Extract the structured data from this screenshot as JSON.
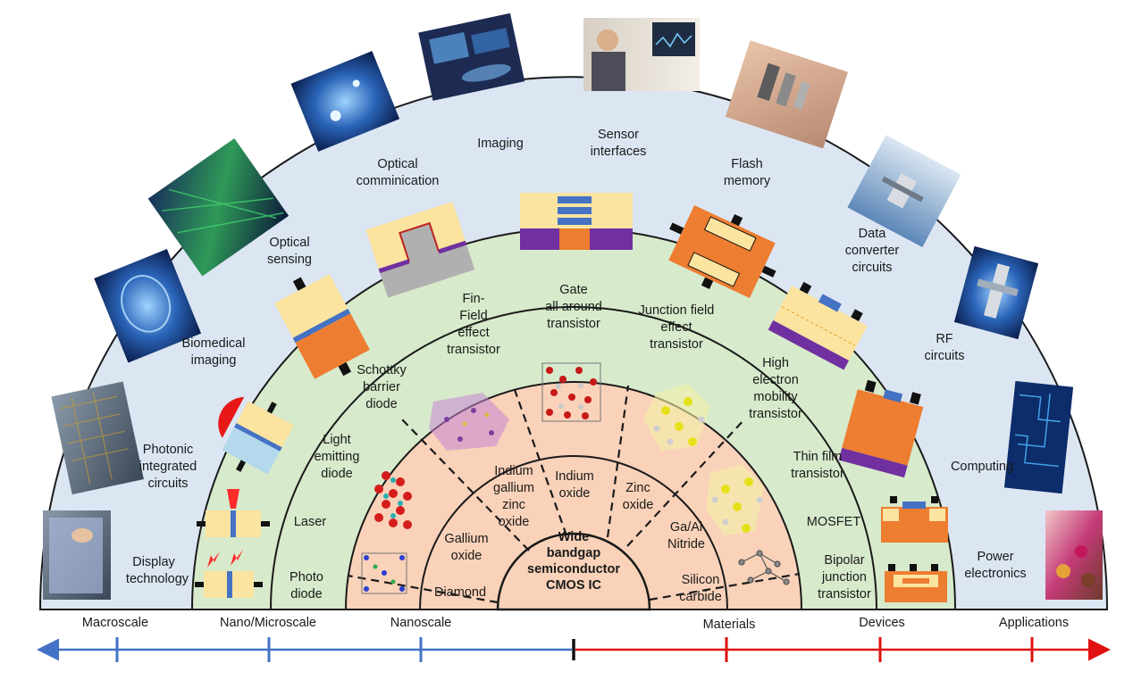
{
  "colors": {
    "applications_ring": "#dce6f3",
    "devices_ring": "#d7eacb",
    "materials_ring": "#f9d2b9",
    "center": "#f9d2b9",
    "left_axis": "#4472c4",
    "right_axis": "#e01010",
    "device_yellow": "#fbe3a0",
    "device_orange": "#ed7d31",
    "device_blue": "#4472c4",
    "device_purple": "#7030a0",
    "device_gray": "#b0b0b0"
  },
  "center": {
    "line1": "Wide",
    "line2": "bandgap",
    "line3": "semiconductor",
    "line4": "CMOS IC"
  },
  "inner_materials": [
    {
      "id": "diamond",
      "lines": [
        "Diamond"
      ]
    },
    {
      "id": "gallium-oxide",
      "lines": [
        "Gallium",
        "oxide"
      ]
    },
    {
      "id": "igzo",
      "lines": [
        "Indium",
        "gallium",
        "zinc",
        "oxide"
      ]
    },
    {
      "id": "indium-oxide",
      "lines": [
        "Indium",
        "oxide"
      ]
    },
    {
      "id": "zinc-oxide",
      "lines": [
        "Zinc",
        "oxide"
      ]
    },
    {
      "id": "ga-al-nitride",
      "lines": [
        "Ga/Al",
        "Nitride"
      ]
    },
    {
      "id": "silicon-carbide",
      "lines": [
        "Silicon",
        "carbide"
      ]
    }
  ],
  "devices": [
    {
      "id": "photo-diode",
      "lines": [
        "Photo",
        "diode"
      ]
    },
    {
      "id": "laser",
      "lines": [
        "Laser"
      ]
    },
    {
      "id": "led",
      "lines": [
        "Light",
        "emitting",
        "diode"
      ]
    },
    {
      "id": "schottky",
      "lines": [
        "Schottky",
        "barrier",
        "diode"
      ]
    },
    {
      "id": "finfet",
      "lines": [
        "Fin-",
        "Field",
        "effect",
        "transistor"
      ]
    },
    {
      "id": "gaa",
      "lines": [
        "Gate",
        "all around",
        "transistor"
      ]
    },
    {
      "id": "jfet",
      "lines": [
        "Junction field",
        "effect",
        "transistor"
      ]
    },
    {
      "id": "hemt",
      "lines": [
        "High",
        "electron",
        "mobility",
        "transistor"
      ]
    },
    {
      "id": "tft",
      "lines": [
        "Thin film",
        "transistor"
      ]
    },
    {
      "id": "mosfet",
      "lines": [
        "MOSFET"
      ]
    },
    {
      "id": "bjt",
      "lines": [
        "Bipolar",
        "junction",
        "transistor"
      ]
    }
  ],
  "applications": [
    {
      "id": "display",
      "lines": [
        "Display",
        "technology"
      ]
    },
    {
      "id": "photonic",
      "lines": [
        "Photonic",
        "integrated",
        "circuits"
      ]
    },
    {
      "id": "biomedical",
      "lines": [
        "Biomedical",
        "imaging"
      ]
    },
    {
      "id": "optical-sensing",
      "lines": [
        "Optical",
        "sensing"
      ]
    },
    {
      "id": "optical-comm",
      "lines": [
        "Optical",
        "comminication"
      ]
    },
    {
      "id": "imaging",
      "lines": [
        "Imaging"
      ]
    },
    {
      "id": "sensor-interfaces",
      "lines": [
        "Sensor",
        "interfaces"
      ]
    },
    {
      "id": "flash",
      "lines": [
        "Flash",
        "memory"
      ]
    },
    {
      "id": "data-converter",
      "lines": [
        "Data",
        "converter",
        "circuits"
      ]
    },
    {
      "id": "rf",
      "lines": [
        "RF",
        "circuits"
      ]
    },
    {
      "id": "computing",
      "lines": [
        "Computing"
      ]
    },
    {
      "id": "power",
      "lines": [
        "Power",
        "electronics"
      ]
    }
  ],
  "scale_axis": {
    "left_labels": [
      "Macroscale",
      "Nano/Microscale",
      "Nanoscale"
    ],
    "right_labels": [
      "Materials",
      "Devices",
      "Applications"
    ]
  }
}
